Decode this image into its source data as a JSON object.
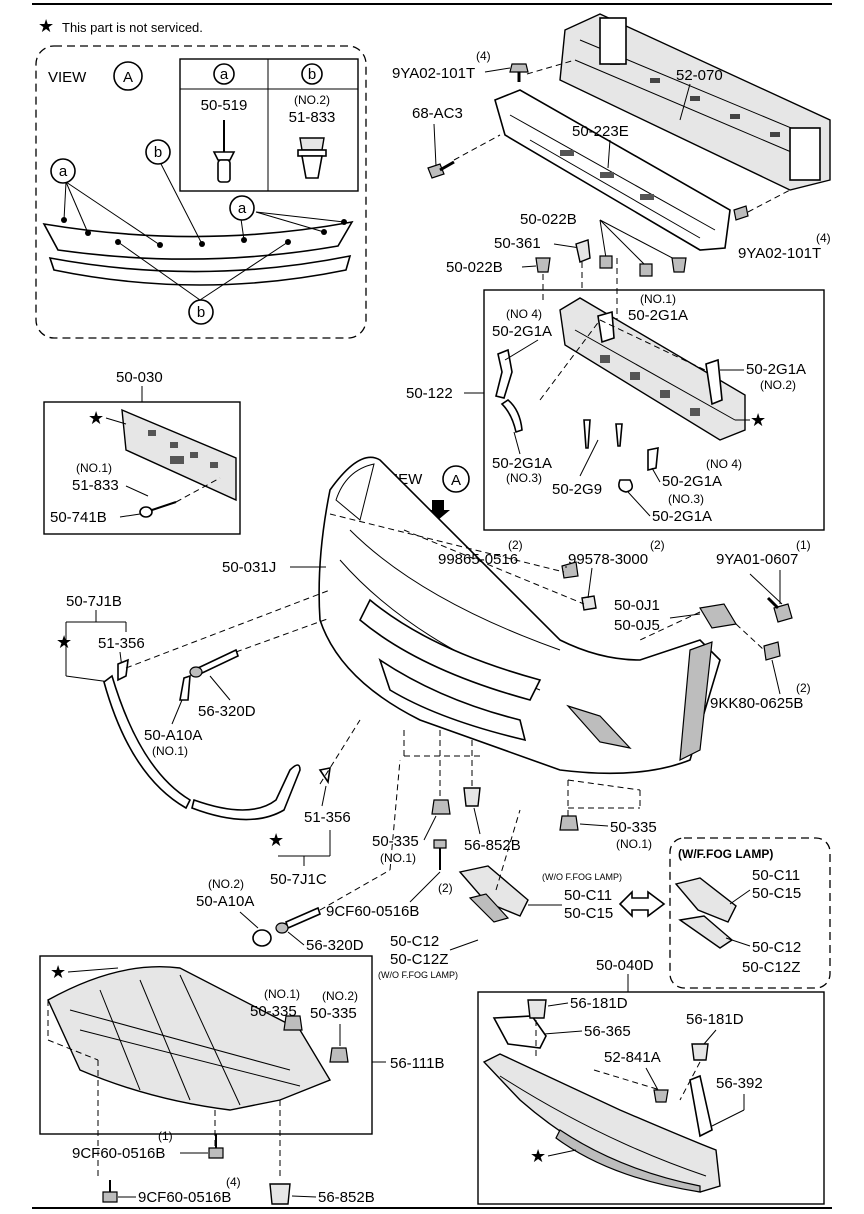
{
  "header": {
    "note": "This part is not serviced."
  },
  "view_a": {
    "title": "VIEW",
    "circle": "A",
    "table_col_a": "a",
    "table_col_b": "b",
    "part_a": "50-519",
    "part_b_qty": "(NO.2)",
    "part_b": "51-833",
    "callout_a1": "a",
    "callout_a2": "a",
    "callout_b1": "b",
    "callout_b2": "b"
  },
  "view_a_main": {
    "title": "VIEW",
    "circle": "A"
  },
  "labels": {
    "qty_4a": "(4)",
    "p_9ya02_101t_a": "9YA02-101T",
    "p_52_070": "52-070",
    "p_68_ac3": "68-AC3",
    "p_50_223e": "50-223E",
    "p_50_022b_a": "50-022B",
    "p_50_361": "50-361",
    "p_50_022b_b": "50-022B",
    "qty_4b": "(4)",
    "p_9ya02_101t_b": "9YA02-101T",
    "no1_a": "(NO.1)",
    "p_50_2g1a_no1": "50-2G1A",
    "no4_a": "(NO 4)",
    "p_50_2g1a_no4": "50-2G1A",
    "p_50_2g1a_no2": "50-2G1A",
    "no2_a": "(NO.2)",
    "p_50_122": "50-122",
    "p_50_2g1a_no3": "50-2G1A",
    "no3_a": "(NO.3)",
    "no4_b": "(NO 4)",
    "p_50_2g1a_no4b": "50-2G1A",
    "p_50_2g9": "50-2G9",
    "no3_b": "(NO.3)",
    "p_50_2g1a_no3b": "50-2G1A",
    "p_50_030": "50-030",
    "no1_b": "(NO.1)",
    "p_51_833": "51-833",
    "p_50_741b": "50-741B",
    "qty_2a": "(2)",
    "p_99865_0516": "99865-0516",
    "qty_2b": "(2)",
    "p_99578_3000": "99578-3000",
    "qty_1a": "(1)",
    "p_9ya01_0607": "9YA01-0607",
    "p_50_031j": "50-031J",
    "p_50_0j1": "50-0J1",
    "p_50_0j5": "50-0J5",
    "p_50_7j1b": "50-7J1B",
    "p_51_356_a": "51-356",
    "qty_2c": "(2)",
    "p_9kk80_0625b": "9KK80-0625B",
    "p_56_320d_a": "56-320D",
    "p_50_a10a_a": "50-A10A",
    "no1_c": "(NO.1)",
    "p_51_356_b": "51-356",
    "p_50_335_a": "50-335",
    "no1_d": "(NO.1)",
    "p_56_852b_a": "56-852B",
    "p_50_335_b": "50-335",
    "no1_e": "(NO.1)",
    "p_50_7j1c": "50-7J1C",
    "wo_fog_a": "(W/O F.FOG LAMP)",
    "p_50_c11_a": "50-C11",
    "p_50_c15_a": "50-C15",
    "no2_b": "(NO.2)",
    "p_50_a10a_b": "50-A10A",
    "p_9cf60_0516b_a": "9CF60-0516B",
    "qty_2d": "(2)",
    "p_50_c12_a": "50-C12",
    "p_50_c12z_a": "50-C12Z",
    "wo_fog_b": "(W/O F.FOG LAMP)",
    "p_56_320d_b": "56-320D",
    "w_fog": "(W/F.FOG LAMP)",
    "p_50_c11_b": "50-C11",
    "p_50_c15_b": "50-C15",
    "p_50_c12_b": "50-C12",
    "p_50_c12z_b": "50-C12Z",
    "p_50_040d": "50-040D",
    "no1_f": "(NO.1)",
    "p_50_335_c": "50-335",
    "no2_c": "(NO.2)",
    "p_50_335_d": "50-335",
    "p_56_111b": "56-111B",
    "qty_1b": "(1)",
    "p_9cf60_0516b_b": "9CF60-0516B",
    "qty_4c": "(4)",
    "p_9cf60_0516b_c": "9CF60-0516B",
    "p_56_852b_b": "56-852B",
    "p_56_181d_a": "56-181D",
    "p_56_365": "56-365",
    "p_56_181d_b": "56-181D",
    "p_52_841a": "52-841A",
    "p_56_392": "56-392"
  },
  "colors": {
    "line": "#000000",
    "background": "#ffffff",
    "shade": "#bdbdbd"
  }
}
